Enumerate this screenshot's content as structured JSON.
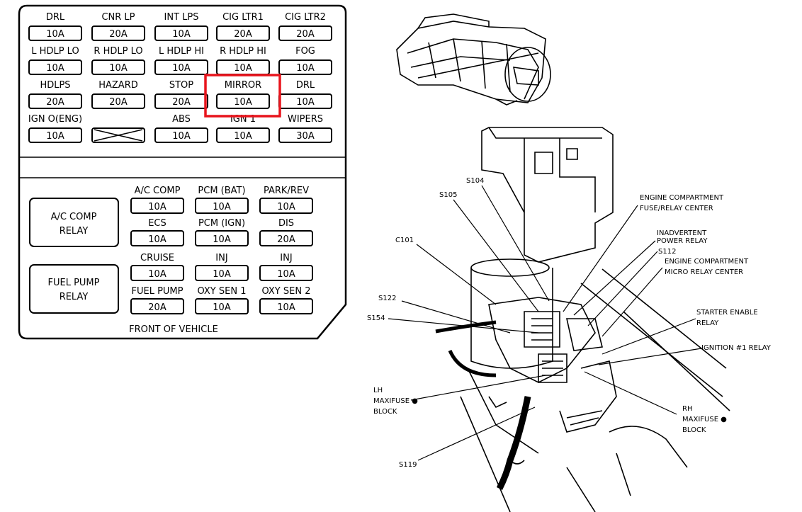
{
  "fuse_block": {
    "rows": [
      [
        {
          "name": "DRL",
          "rating": "10A"
        },
        {
          "name": "CNR LP",
          "rating": "20A"
        },
        {
          "name": "INT LPS",
          "rating": "10A"
        },
        {
          "name": "CIG LTR1",
          "rating": "20A"
        },
        {
          "name": "CIG LTR2",
          "rating": "20A"
        }
      ],
      [
        {
          "name": "L HDLP LO",
          "rating": "10A"
        },
        {
          "name": "R HDLP LO",
          "rating": "10A"
        },
        {
          "name": "L HDLP HI",
          "rating": "10A"
        },
        {
          "name": "R HDLP HI",
          "rating": "10A"
        },
        {
          "name": "FOG",
          "rating": "10A"
        }
      ],
      [
        {
          "name": "HDLPS",
          "rating": "20A"
        },
        {
          "name": "HAZARD",
          "rating": "20A"
        },
        {
          "name": "STOP",
          "rating": "20A"
        },
        {
          "name": "MIRROR",
          "rating": "10A"
        },
        {
          "name": "DRL",
          "rating": "10A"
        }
      ],
      [
        {
          "name": "IGN O(ENG)",
          "rating": "10A"
        },
        {
          "name": "",
          "rating": ""
        },
        {
          "name": "ABS",
          "rating": "10A"
        },
        {
          "name": "IGN 1",
          "rating": "10A"
        },
        {
          "name": "WIPERS",
          "rating": "30A"
        }
      ]
    ],
    "highlighted": "MIRROR",
    "highlight_color": "#e8141c",
    "relays": [
      "A/C COMP\nRELAY",
      "FUEL PUMP\nRELAY"
    ],
    "lower_rows": [
      [
        {
          "name": "A/C COMP",
          "rating": "10A"
        },
        {
          "name": "PCM (BAT)",
          "rating": "10A"
        },
        {
          "name": "PARK/REV",
          "rating": "10A"
        }
      ],
      [
        {
          "name": "ECS",
          "rating": "10A"
        },
        {
          "name": "PCM (IGN)",
          "rating": "10A"
        },
        {
          "name": "DIS",
          "rating": "20A"
        }
      ],
      [
        {
          "name": "CRUISE",
          "rating": "10A"
        },
        {
          "name": "INJ",
          "rating": "10A"
        },
        {
          "name": "INJ",
          "rating": "10A"
        }
      ],
      [
        {
          "name": "FUEL PUMP",
          "rating": "20A"
        },
        {
          "name": "OXY SEN 1",
          "rating": "10A"
        },
        {
          "name": "OXY SEN 2",
          "rating": "10A"
        }
      ]
    ],
    "footer": "FRONT OF VEHICLE"
  },
  "callouts": {
    "s104": "S104",
    "s105": "S105",
    "c101": "C101",
    "s122": "S122",
    "s154": "S154",
    "lh_maxifuse": [
      "LH",
      "MAXIFUSE ●",
      "BLOCK"
    ],
    "s119": "S119",
    "engine_fuse_center": [
      "ENGINE COMPARTMENT",
      "FUSE/RELAY CENTER"
    ],
    "inadvertent_relay": [
      "INADVERTENT",
      "POWER RELAY"
    ],
    "s112": "S112",
    "micro_relay_center": [
      "ENGINE COMPARTMENT",
      "MICRO RELAY CENTER"
    ],
    "starter_relay": [
      "STARTER ENABLE",
      "RELAY"
    ],
    "ignition_relay": "IGNITION #1 RELAY",
    "rh_maxifuse": [
      "RH",
      "MAXIFUSE ●",
      "BLOCK"
    ]
  }
}
